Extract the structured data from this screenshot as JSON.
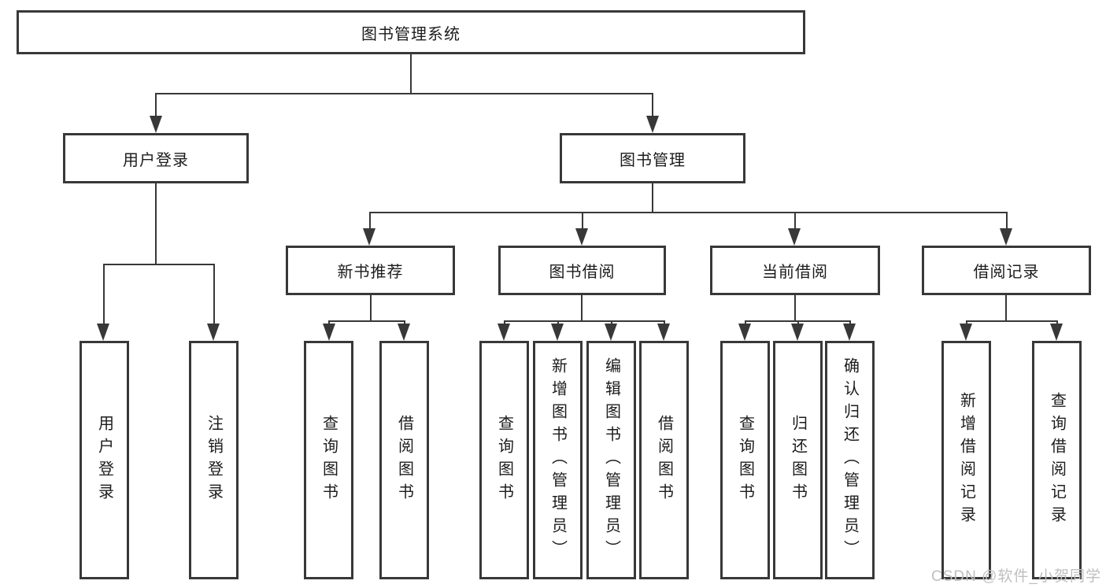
{
  "root": {
    "label": "图书管理系统"
  },
  "branches": [
    {
      "label": "用户登录",
      "children": [
        {
          "label": "用户登录"
        },
        {
          "label": "注销登录"
        }
      ]
    },
    {
      "label": "图书管理",
      "children": [
        {
          "label": "新书推荐",
          "children": [
            {
              "label": "查询图书"
            },
            {
              "label": "借阅图书"
            }
          ]
        },
        {
          "label": "图书借阅",
          "children": [
            {
              "label": "查询图书"
            },
            {
              "label": "新增图书（管理员）"
            },
            {
              "label": "编辑图书（管理员）"
            },
            {
              "label": "借阅图书"
            }
          ]
        },
        {
          "label": "当前借阅",
          "children": [
            {
              "label": "查询图书"
            },
            {
              "label": "归还图书"
            },
            {
              "label": "确认归还（管理员）"
            }
          ]
        },
        {
          "label": "借阅记录",
          "children": [
            {
              "label": "新增借阅记录"
            },
            {
              "label": "查询借阅记录"
            }
          ]
        }
      ]
    }
  ],
  "watermark": "CSDN @软件_小贺同学",
  "colors": {
    "line": "#383838",
    "text": "#1c1c1c",
    "background": "#ffffff",
    "watermark": "#bfbfbf"
  }
}
